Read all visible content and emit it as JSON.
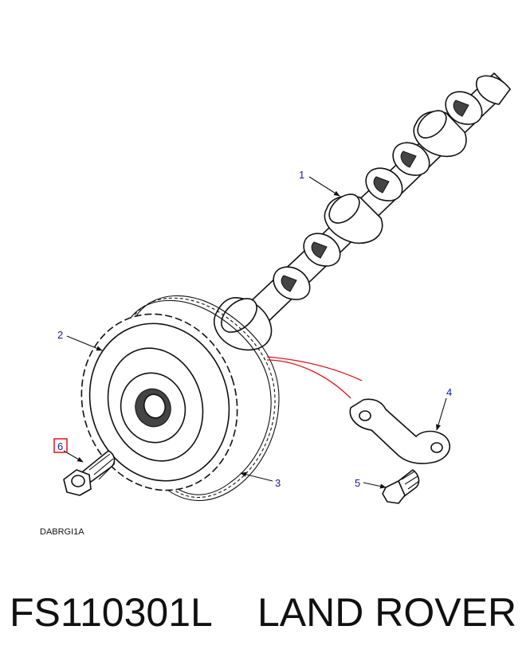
{
  "callouts": {
    "camshaft": "1",
    "sprocket": "2",
    "chain": "3",
    "bracket": "4",
    "bracket_bolt": "5",
    "sprocket_bolt": "6"
  },
  "highlight": {
    "callout": "6",
    "color": "#e0141e"
  },
  "indicator_color": "#e0141e",
  "drawing_code": "DABRGI1A",
  "caption": {
    "part_number": "FS110301L",
    "brand": "LAND ROVER"
  }
}
